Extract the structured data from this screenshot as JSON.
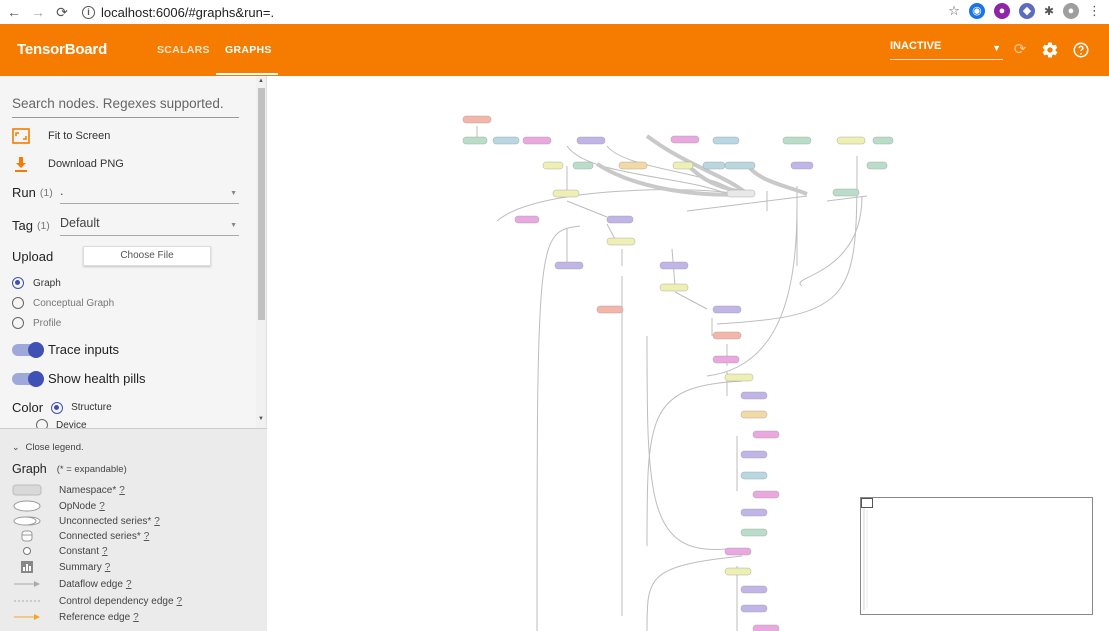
{
  "browser": {
    "back": "←",
    "forward": "→",
    "reload": "⟳",
    "url": "localhost:6006/#graphs&run=."
  },
  "header": {
    "brand": "TensorBoard",
    "tabs": [
      {
        "label": "SCALARS"
      },
      {
        "label": "GRAPHS"
      }
    ],
    "status_select": "INACTIVE",
    "accent": "#f57c00"
  },
  "sidebar": {
    "search_placeholder": "Search nodes. Regexes supported.",
    "fit_to_screen": "Fit to Screen",
    "download_png": "Download PNG",
    "run_label": "Run",
    "run_count": "(1)",
    "run_value": ".",
    "tag_label": "Tag",
    "tag_count": "(1)",
    "tag_value": "Default",
    "upload_label": "Upload",
    "choose_file": "Choose File",
    "graph_types": [
      {
        "label": "Graph",
        "selected": true
      },
      {
        "label": "Conceptual Graph",
        "selected": false
      },
      {
        "label": "Profile",
        "selected": false
      }
    ],
    "trace_inputs": "Trace inputs",
    "health_pills": "Show health pills",
    "color_label": "Color",
    "color_options": [
      "Structure",
      "Device"
    ]
  },
  "legend": {
    "close_label": "Close legend.",
    "graph_label": "Graph",
    "expandable_note": "(* = expandable)",
    "help_mark": "?",
    "items": [
      {
        "label": "Namespace*",
        "icon": "namespace-shape"
      },
      {
        "label": "OpNode",
        "icon": "opnode-ellipse"
      },
      {
        "label": "Unconnected series*",
        "icon": "unconnected-series"
      },
      {
        "label": "Connected series*",
        "icon": "connected-series"
      },
      {
        "label": "Constant",
        "icon": "constant-circle"
      },
      {
        "label": "Summary",
        "icon": "summary-icon"
      },
      {
        "label": "Dataflow edge",
        "icon": "dataflow-arrow"
      },
      {
        "label": "Control dependency edge",
        "icon": "control-dashed"
      },
      {
        "label": "Reference edge",
        "icon": "reference-arrow"
      }
    ]
  },
  "graph": {
    "node_colors": [
      "#f4b6a8",
      "#b9ddc9",
      "#b9d7e0",
      "#e9a8e0",
      "#c0b5e6",
      "#eef0b3",
      "#f2d9a6",
      "#e8e8e8"
    ]
  }
}
